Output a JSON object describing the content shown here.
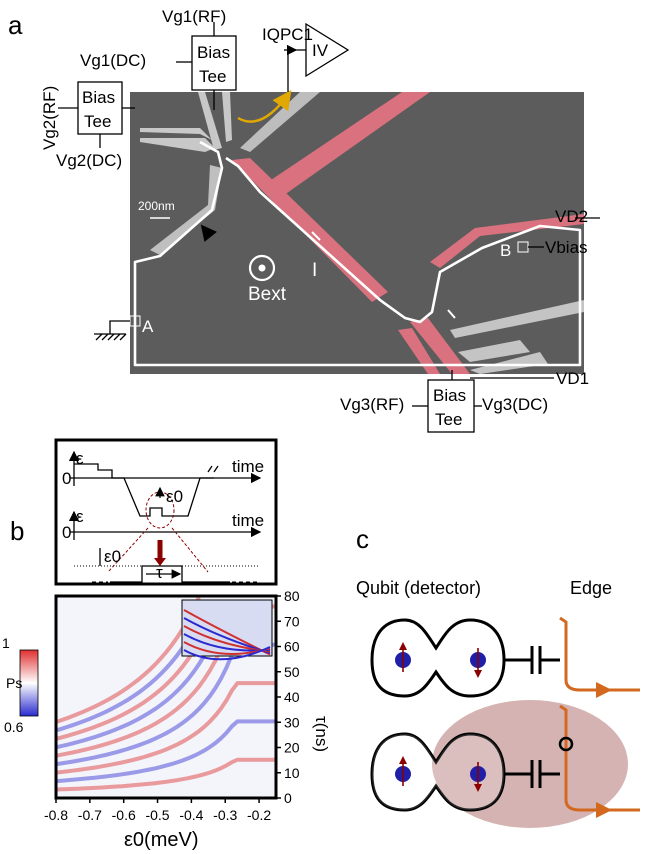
{
  "panels": {
    "a": "a",
    "b": "b",
    "c": "c"
  },
  "panel_a": {
    "vg1_rf": "Vg1(RF)",
    "vg1_dc": "Vg1(DC)",
    "vg2_rf": "Vg2(RF)",
    "vg2_dc": "Vg2(DC)",
    "vg3_rf": "Vg3(RF)",
    "vg3_dc": "Vg3(DC)",
    "bias_tee_1": "Bias",
    "bias_tee_2": "Tee",
    "iqpc": "IQPC1",
    "amp": "IV",
    "scale": "200nm",
    "bext": "Bext",
    "current": "I",
    "contact_a": "A",
    "contact_b": "B",
    "vbias": "Vbias",
    "vd1": "VD1",
    "vd2": "VD2"
  },
  "panel_b": {
    "pulse_axis_eps": "ε",
    "pulse_axis_time": "time",
    "pulse_zero": "0",
    "eps0": "ε0",
    "tau": "τ",
    "colorbar_label": "Ps",
    "colorbar_max": "1",
    "colorbar_min": "0.6",
    "xlabel": "ε0(meV)",
    "ylabel": "τ(ns)",
    "xticks": [
      "-0.8",
      "-0.7",
      "-0.6",
      "-0.5",
      "-0.4",
      "-0.3",
      "-0.2"
    ],
    "yticks": [
      "0",
      "10",
      "20",
      "30",
      "40",
      "50",
      "60",
      "70",
      "80"
    ]
  },
  "panel_c": {
    "qubit_label": "Qubit (detector)",
    "edge_label": "Edge"
  },
  "colors": {
    "sem_background": "#5a5a5a",
    "gate_red": "#d9727e",
    "gate_grey": "#c8c8c8",
    "edge_orange": "#d2691e",
    "arrow_yellow": "#e0a800",
    "coupling_pink": "#c79a9a",
    "dot_blue": "#1f1fa8",
    "spin_red": "#8b0000"
  },
  "chart_data": {
    "type": "heatmap",
    "title": "",
    "xlabel": "ε0(meV)",
    "ylabel": "τ(ns)",
    "xlim": [
      -0.8,
      -0.15
    ],
    "ylim": [
      0,
      80
    ],
    "colorbar": {
      "label": "Ps",
      "range": [
        0.6,
        1
      ]
    },
    "x_ticks": [
      -0.8,
      -0.7,
      -0.6,
      -0.5,
      -0.4,
      -0.3,
      -0.2
    ],
    "y_ticks": [
      0,
      10,
      20,
      30,
      40,
      50,
      60,
      70,
      80
    ],
    "description_values": "coherent oscillation fringes, period decreasing as ε0 becomes more negative; inset shows simulation"
  }
}
